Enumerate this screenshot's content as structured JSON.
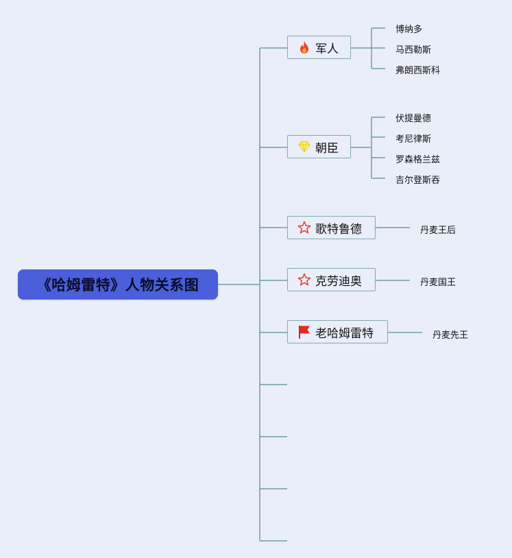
{
  "title": "《哈姆雷特》人物关系图",
  "colors": {
    "root_fill": "#4a5fd9",
    "connector": "#6f9ea3",
    "node_border": "#86a9ae",
    "background": "#e9eef9"
  },
  "branches": [
    {
      "label": "军人",
      "icon": "fire-icon",
      "children": [
        "博纳多",
        "马西勒斯",
        "弗朗西斯科"
      ]
    },
    {
      "label": "朝臣",
      "icon": "diamond-icon",
      "children": [
        "伏提曼德",
        "考尼律斯",
        "罗森格兰兹",
        "吉尔登斯吞"
      ]
    },
    {
      "label": "歌特鲁德",
      "icon": "star-outline-icon",
      "children": [
        "丹麦王后"
      ]
    },
    {
      "label": "克劳迪奥",
      "icon": "star-outline-icon",
      "children": [
        "丹麦国王"
      ]
    },
    {
      "label": "老哈姆雷特",
      "icon": "red-flag-icon",
      "children": [
        "丹麦先王"
      ]
    }
  ],
  "empty_branches": 4
}
